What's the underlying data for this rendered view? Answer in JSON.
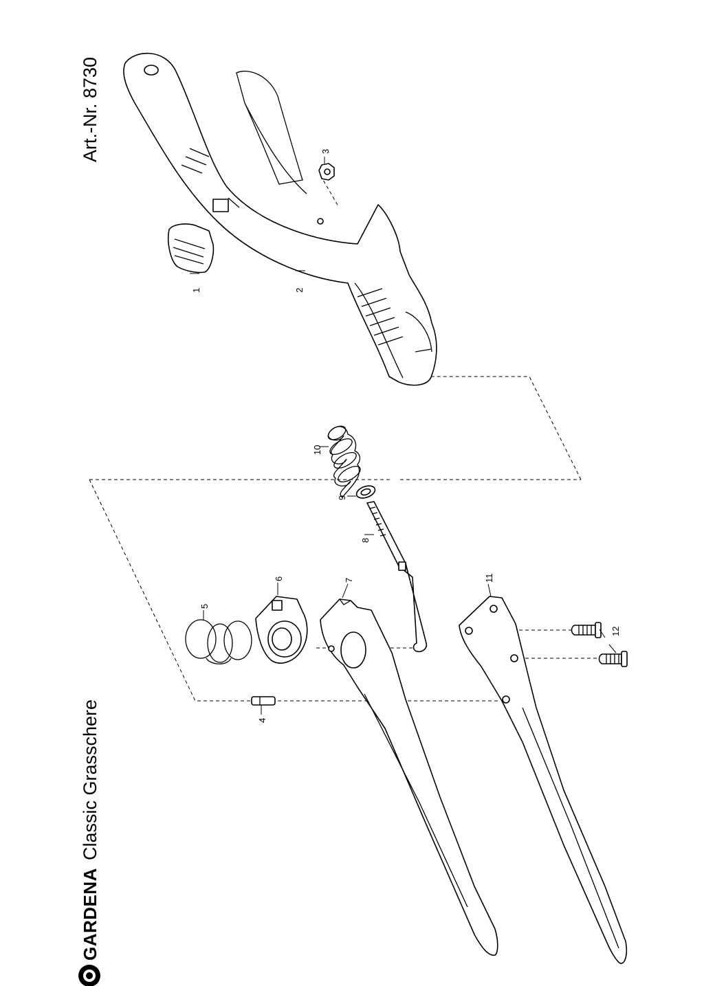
{
  "header": {
    "brand": "GARDENA",
    "product": "Classic Grasschere",
    "article_number": "Art.-Nr. 8730"
  },
  "callouts": [
    "1",
    "2",
    "3",
    "4",
    "5",
    "6",
    "7",
    "8",
    "9",
    "10",
    "11",
    "12"
  ]
}
